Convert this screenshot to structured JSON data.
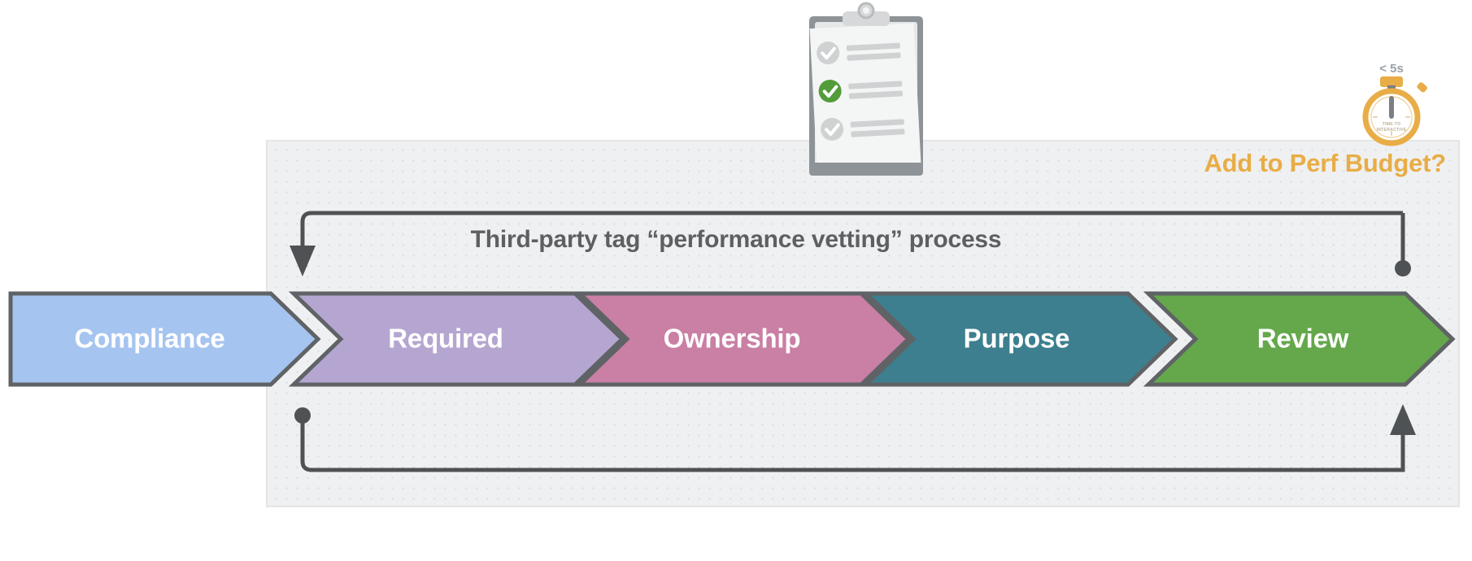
{
  "diagram": {
    "title": "Third-party tag “performance vetting” process",
    "callout_label": "Add to Perf Budget?",
    "callout_color": "#e8ad47",
    "title_color": "#5d6063",
    "panel_bg": "#eff0f1",
    "connector_color": "#4f5255"
  },
  "steps": [
    {
      "label": "Compliance",
      "color": "#a6c4f0",
      "border": "#5f6366"
    },
    {
      "label": "Required",
      "color": "#b5a6d1",
      "border": "#5f6366"
    },
    {
      "label": "Ownership",
      "color": "#ca7fa4",
      "border": "#5f6366"
    },
    {
      "label": "Purpose",
      "color": "#3d7f8e",
      "border": "#5f6366"
    },
    {
      "label": "Review",
      "color": "#64a84b",
      "border": "#5f6366"
    }
  ],
  "clipboard": {
    "name": "checklist-clipboard",
    "checks": [
      {
        "state": "inactive",
        "color": "#cccccc"
      },
      {
        "state": "active",
        "color": "#539c3a"
      },
      {
        "state": "inactive",
        "color": "#cccccc"
      }
    ]
  },
  "stopwatch": {
    "name": "time-to-interactive-stopwatch",
    "top_label": "< 5s",
    "face_line1": "TIME-TO",
    "face_line2": "INTERACTIVE",
    "color": "#e8ad47"
  },
  "connectors": {
    "top": {
      "from": "end-of-process",
      "to": "start-of-process",
      "start_marker": "dot",
      "end_marker": "arrow"
    },
    "bottom": {
      "from": "start-of-process",
      "to": "end-of-process",
      "start_marker": "dot",
      "end_marker": "arrow"
    }
  }
}
